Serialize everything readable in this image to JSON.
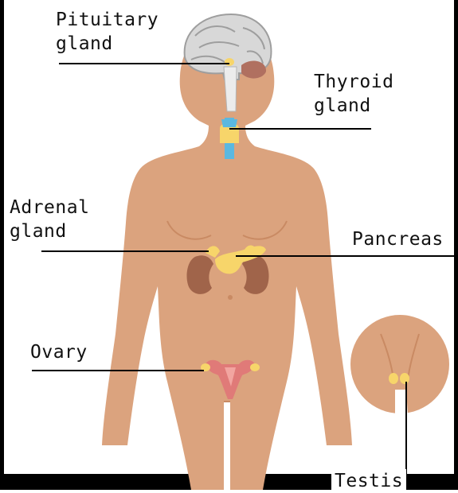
{
  "labels": {
    "pituitary": "Pituitary\ngland",
    "thyroid": "Thyroid\ngland",
    "adrenal": "Adrenal\ngland",
    "pancreas": "Pancreas",
    "ovary": "Ovary",
    "testis": "Testis"
  },
  "colors": {
    "skin": "#dba37e",
    "skin_shadow": "#c98a63",
    "brain": "#d8d8d8",
    "brain_fold": "#9e9e9e",
    "thyroid": "#5bb8e0",
    "gland_yellow": "#f7d56a",
    "kidney": "#a0644a",
    "uterus": "#e07a78",
    "leader_line": "#000000",
    "background": "#ffffff",
    "frame": "#000000"
  }
}
